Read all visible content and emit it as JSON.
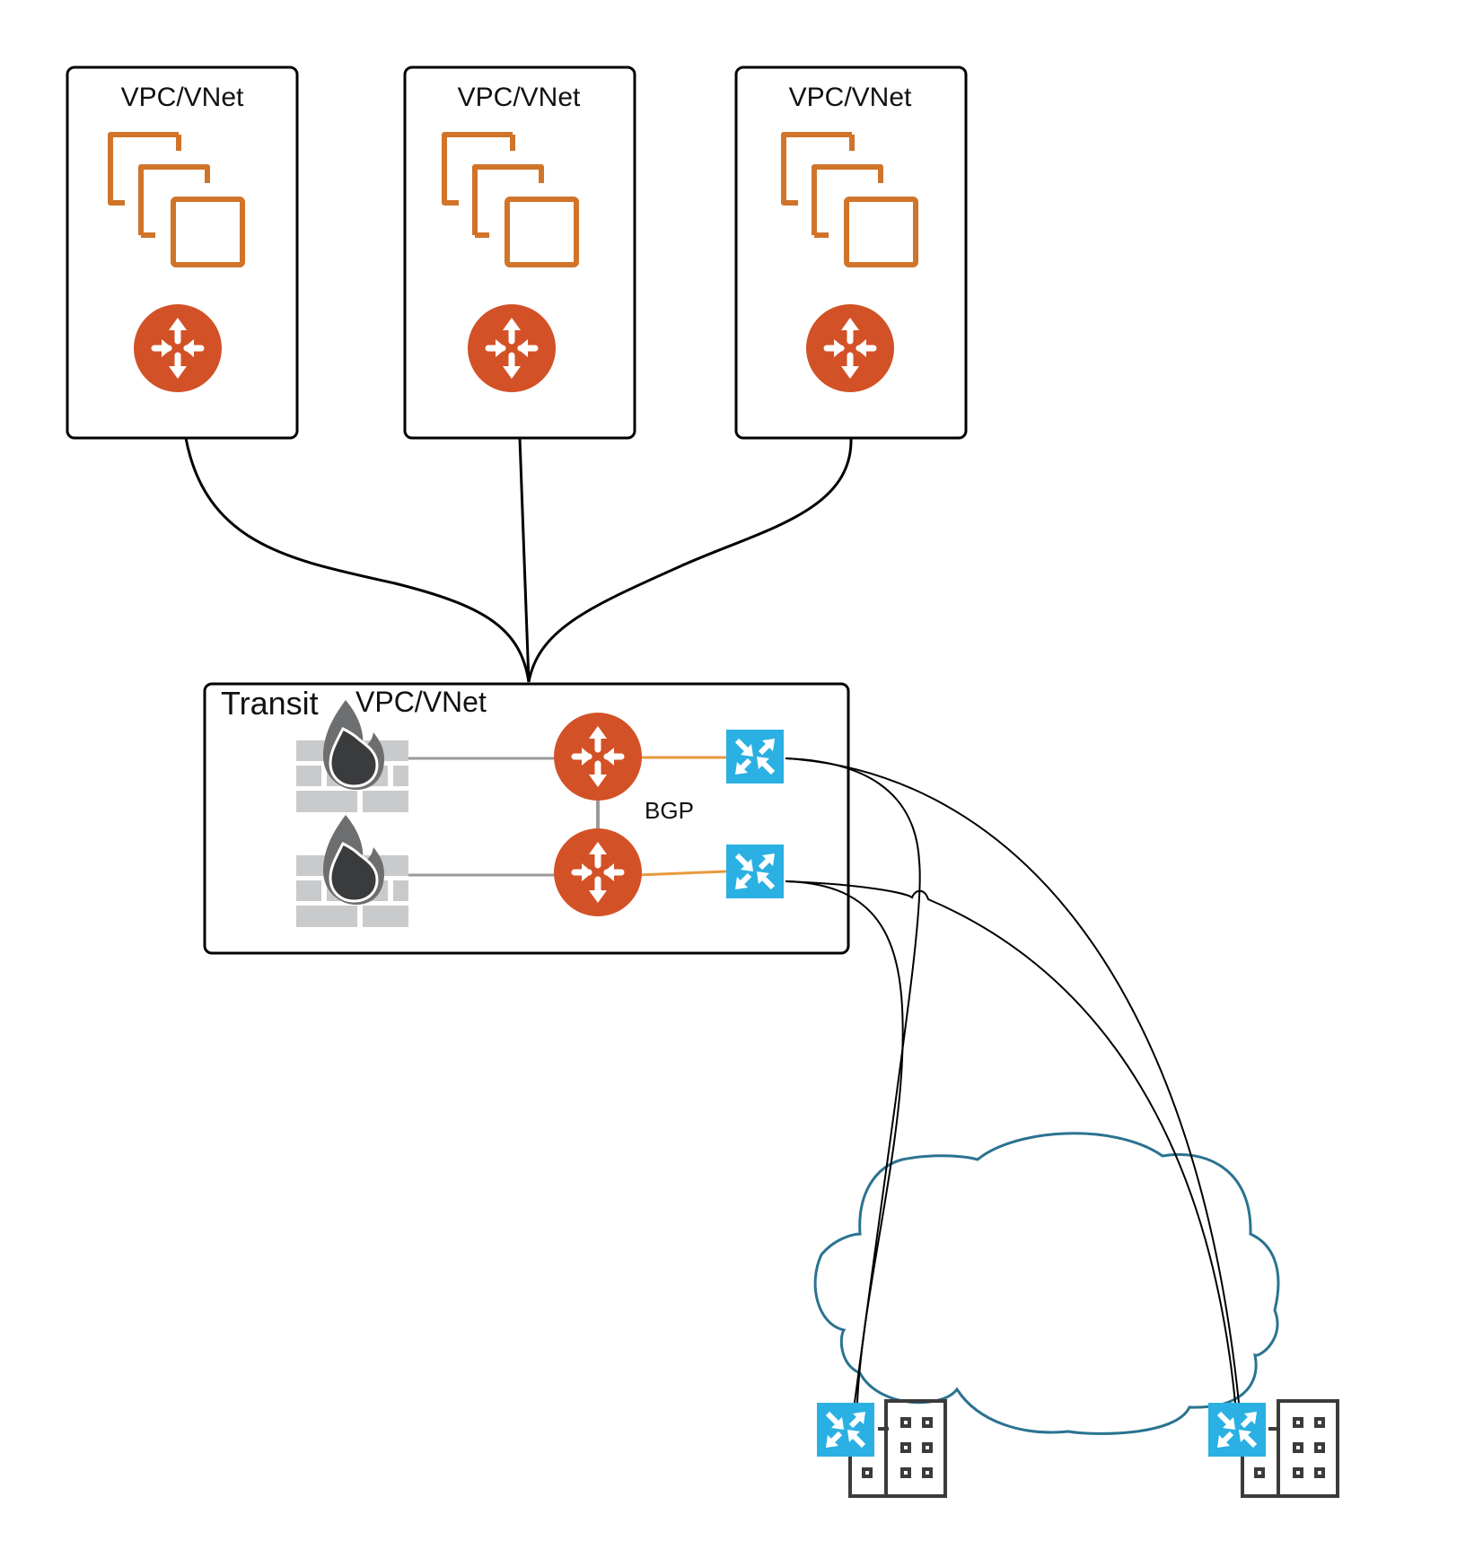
{
  "diagram": {
    "spoke_vpcs": [
      {
        "label": "VPC/VNet",
        "instance_icon": "ec2-instances-icon",
        "router_icon": "router-icon"
      },
      {
        "label": "VPC/VNet",
        "instance_icon": "ec2-instances-icon",
        "router_icon": "router-icon"
      },
      {
        "label": "VPC/VNet",
        "instance_icon": "ec2-instances-icon",
        "router_icon": "router-icon"
      }
    ],
    "transit": {
      "title": "Transit",
      "subtitle": "VPC/VNet",
      "bgp_label": "BGP",
      "firewalls": [
        "firewall-icon",
        "firewall-icon"
      ],
      "routers": [
        "router-icon",
        "router-icon"
      ],
      "gateways": [
        "switch-icon",
        "switch-icon"
      ]
    },
    "wan_cloud_icon": "cloud-icon",
    "sites": [
      {
        "switch_icon": "switch-icon",
        "building_icon": "building-icon"
      },
      {
        "switch_icon": "switch-icon",
        "building_icon": "building-icon"
      }
    ],
    "colors": {
      "router": "#d35126",
      "instance": "#d0742a",
      "switch": "#2bb0e3",
      "cloud": "#2a7390",
      "firewall_brick": "#c9cacc",
      "flame_outer": "#6d6e70",
      "flame_inner": "#3a3b3d",
      "orange_link": "#e89a3c",
      "gray_link": "#9a9a9a",
      "building": "#3b3b3b"
    }
  }
}
